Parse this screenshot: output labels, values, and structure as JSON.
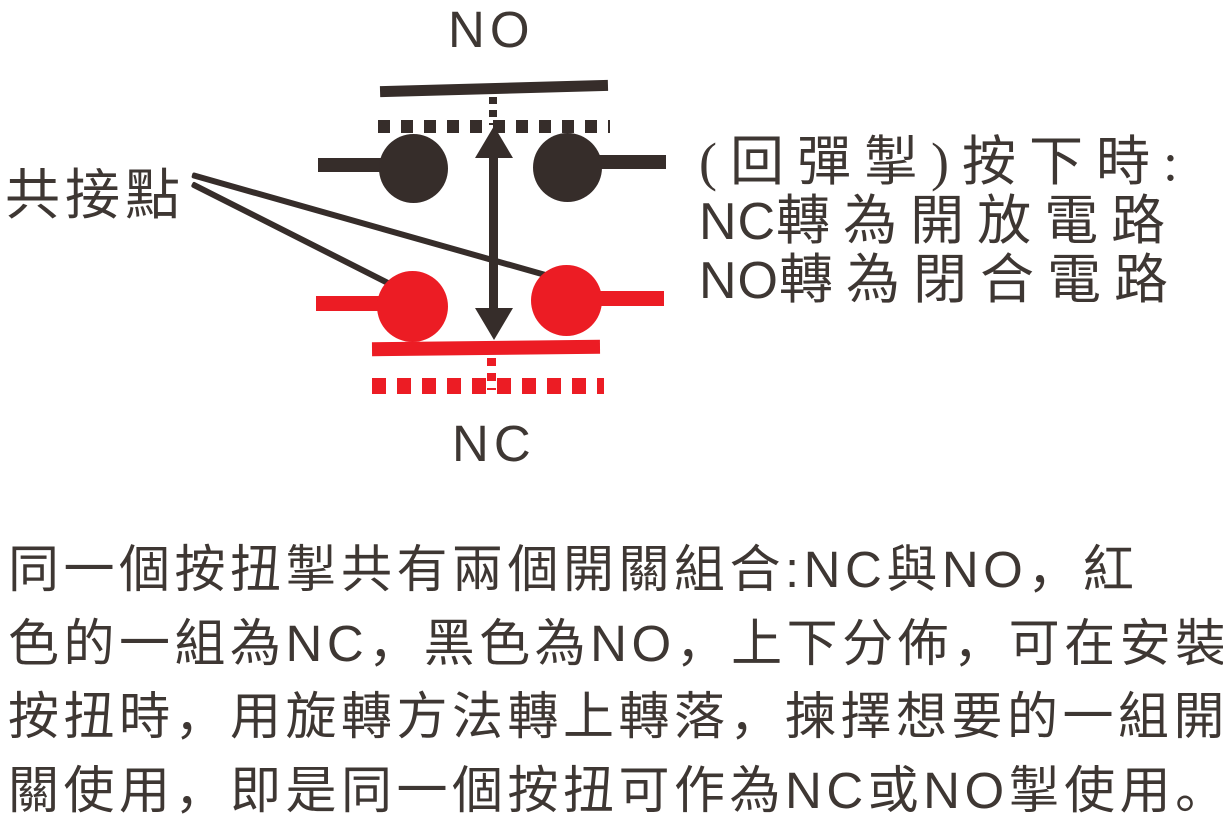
{
  "colors": {
    "diagram_black": "#362D2A",
    "diagram_red": "#EC1C24",
    "text": "#3E3733"
  },
  "diagram": {
    "no_label": "NO",
    "nc_label": "NC",
    "common_contact_label": "共接點"
  },
  "side_note": {
    "line1": "(回彈掣)按下時:",
    "line2_latin": "NC",
    "line2_cjk": "轉為開放電路",
    "line3_latin": "NO",
    "line3_cjk": "轉為閉合電路"
  },
  "paragraph": {
    "line1": "同一個按扭掣共有兩個開關組合:NC與NO，紅",
    "line2": "色的一組為NC，黑色為NO，上下分佈，可在安裝",
    "line3": "按扭時，用旋轉方法轉上轉落，揀擇想要的一組開",
    "line4": "關使用，即是同一個按扭可作為NC或NO掣使用。"
  }
}
